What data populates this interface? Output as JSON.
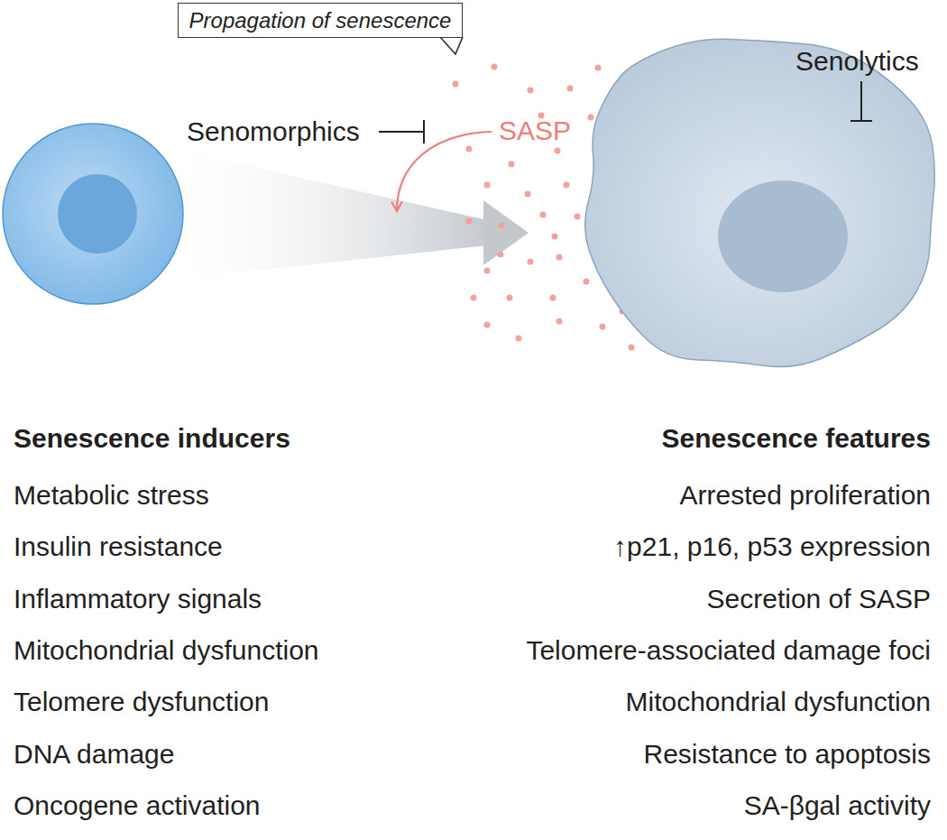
{
  "diagram": {
    "nodes": [
      {
        "text": [
          "Propagation of senescence"
        ]
      }
    ],
    "labels": [
      "Senomorphics",
      "SASP",
      "Senolytics",
      "Senescence inducers",
      "Metabolic stress",
      "Insulin resistance",
      "Inflammatory signals",
      "Mitochondrial dysfunction",
      "Telomere dysfunction",
      "DNA damage",
      "Oncogene activation",
      "Senescence features",
      "Arrested proliferation",
      "↑p21, p16, p53 expression",
      "Secretion of SASP",
      "Telomere-associated damage foci",
      "Mitochondrial dysfunction",
      "Resistance to apoptosis",
      "SA-βgal activity"
    ]
  }
}
